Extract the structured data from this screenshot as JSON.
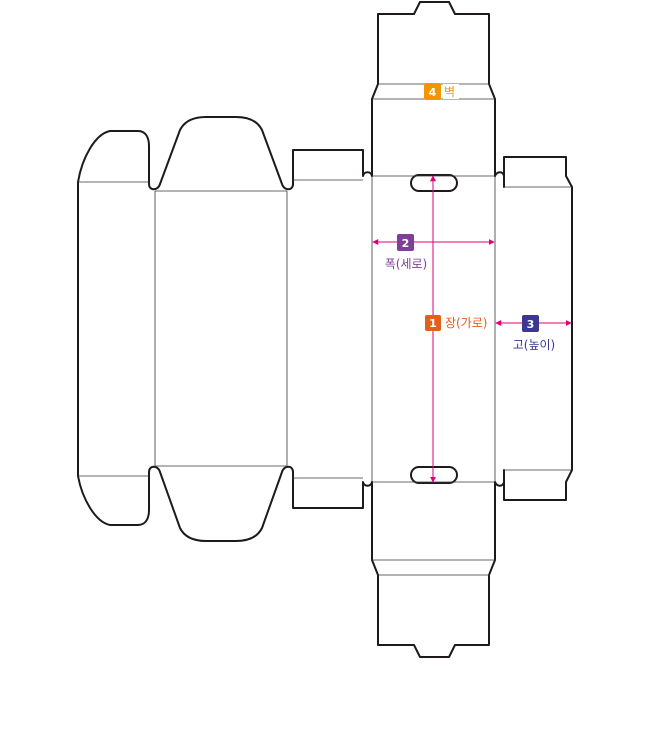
{
  "dimensions": [
    {
      "number": "1",
      "label": "장(가로)",
      "color": "#e2601d"
    },
    {
      "number": "2",
      "label": "폭(세로)",
      "color": "#7f3f98"
    },
    {
      "number": "3",
      "label": "고(높이)",
      "color": "#3b3793"
    },
    {
      "number": "4",
      "label": "벽",
      "color": "#f29600"
    }
  ],
  "colors": {
    "dimension_line": "#e2007a",
    "cut_line": "#1e1a1b",
    "fold_line": "#3a3536"
  }
}
